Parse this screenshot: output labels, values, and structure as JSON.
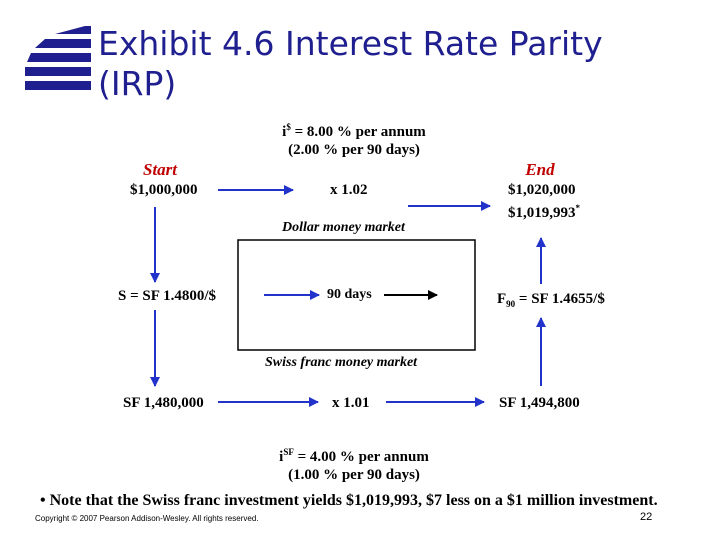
{
  "slide": {
    "title_line1": "Exhibit 4.6  Interest Rate Parity",
    "title_line2": "(IRP)",
    "page_number": "22",
    "copyright": "Copyright © 2007 Pearson Addison-Wesley. All rights reserved.",
    "note": "• Note that the Swiss franc investment yields $1,019,993, $7 less on a $1 million investment."
  },
  "top_rate": {
    "prefix": "i",
    "superscript": "$",
    "line1_rest": " = 8.00 % per annum",
    "line2": "(2.00 % per 90 days)"
  },
  "bottom_rate": {
    "prefix": "i",
    "superscript": "SF",
    "line1_rest": " = 4.00 % per annum",
    "line2": "(1.00 % per 90 days)"
  },
  "diagram": {
    "start_label": "Start",
    "end_label": "End",
    "start_amount": "$1,000,000",
    "dollar_multiplier": "x  1.02",
    "end_amount_1": "$1,020,000",
    "end_amount_2": "$1,019,993",
    "end_amount_2_mark": "*",
    "dollar_market_label": "Dollar money market",
    "spot_rate": "S = SF 1.4800/$",
    "days_label": "90 days",
    "forward_prefix": "F",
    "forward_sub": "90",
    "forward_rest": " = SF 1.4655/$",
    "swiss_market_label": "Swiss franc money market",
    "sf_start": "SF 1,480,000",
    "sf_multiplier": "x  1.01",
    "sf_end": "SF 1,494,800"
  },
  "colors": {
    "title": "#1f1f8f",
    "arrow": "#2233cc",
    "start_end": "#c00000",
    "logo": "#1f1f8f"
  }
}
